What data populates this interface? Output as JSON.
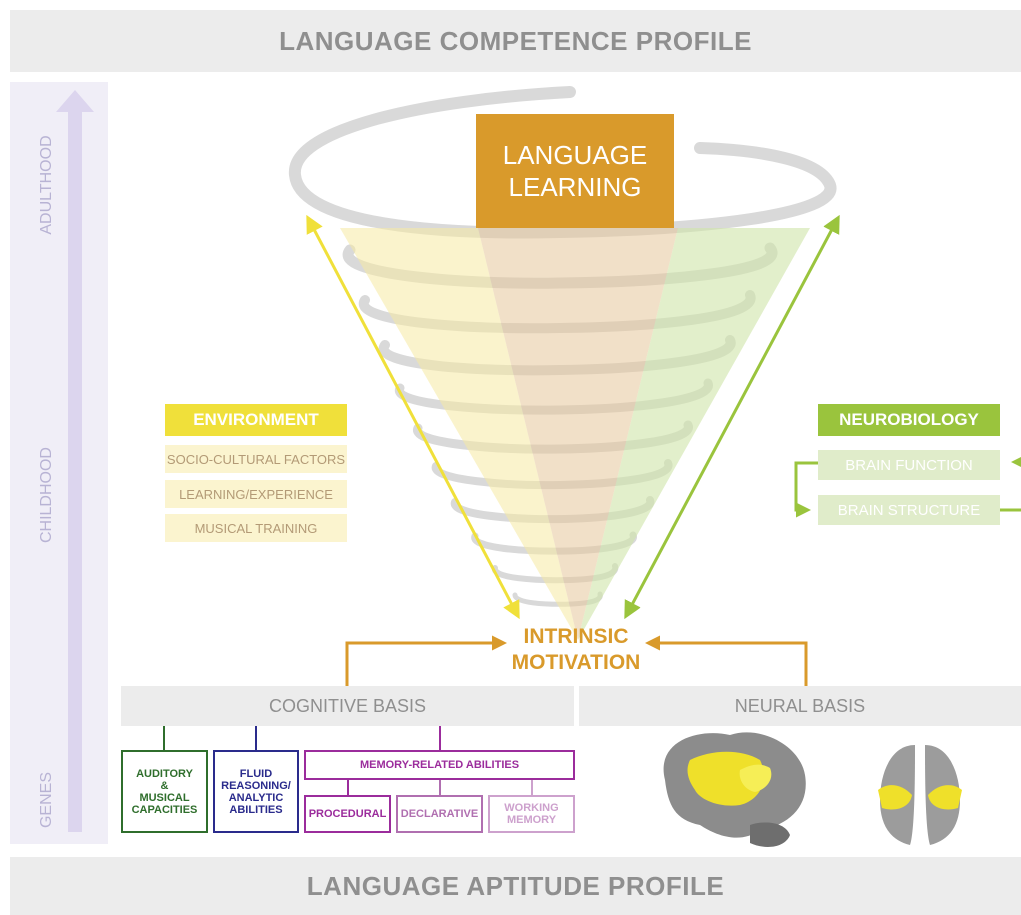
{
  "top_banner": "LANGUAGE COMPETENCE PROFILE",
  "bottom_banner": "LANGUAGE APTITUDE PROFILE",
  "age_axis": {
    "adulthood": "ADULTHOOD",
    "childhood": "CHILDHOOD",
    "genes": "GENES"
  },
  "center": {
    "line1": "LANGUAGE",
    "line2": "LEARNING"
  },
  "environment": {
    "title": "ENVIRONMENT",
    "items": [
      "SOCIO-CULTURAL FACTORS",
      "LEARNING/EXPERIENCE",
      "MUSICAL TRAINING"
    ]
  },
  "neurobiology": {
    "title": "NEUROBIOLOGY",
    "items": [
      "BRAIN FUNCTION",
      "BRAIN STRUCTURE"
    ]
  },
  "motivation": {
    "line1": "INTRINSIC",
    "line2": "MOTIVATION"
  },
  "cognitive_basis": "COGNITIVE BASIS",
  "neural_basis": "NEURAL BASIS",
  "abilities": {
    "auditory": {
      "l1": "AUDITORY",
      "l2": "&",
      "l3": "MUSICAL",
      "l4": "CAPACITIES"
    },
    "fluid": {
      "l1": "FLUID",
      "l2": "REASONING/",
      "l3": "ANALYTIC",
      "l4": "ABILITIES"
    },
    "memory": "MEMORY-RELATED ABILITIES",
    "procedural": "PROCEDURAL",
    "declarative": "DECLARATIVE",
    "working": {
      "l1": "WORKING",
      "l2": "MEMORY"
    }
  },
  "colors": {
    "orange": "#d99a2b",
    "yellow": "#f0e03a",
    "green": "#9ac43d",
    "dark_green": "#2f6e2c",
    "navy": "#2a2b8c",
    "purple": "#9b2c9c",
    "banner_bg": "#ececec",
    "banner_text": "#8f8f8f"
  }
}
